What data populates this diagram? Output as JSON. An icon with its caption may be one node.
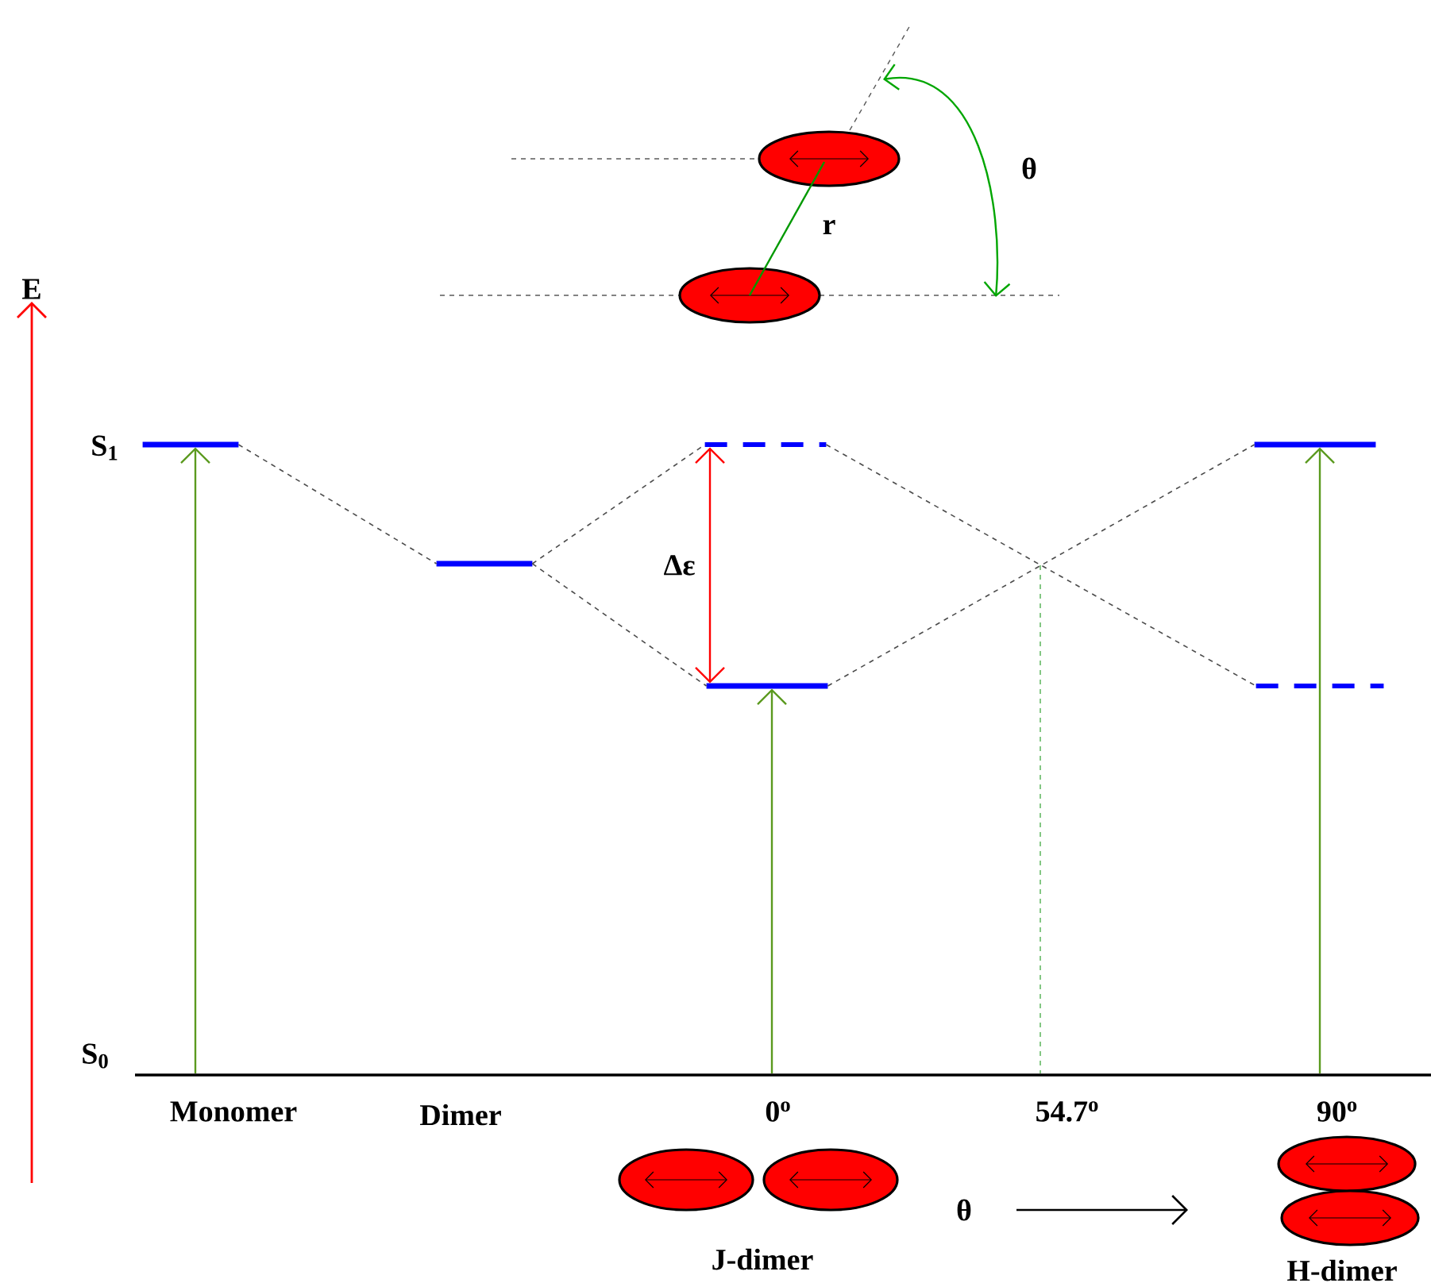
{
  "diagram": {
    "nodes": [
      {
        "text": [],
        "shape": "bar"
      },
      {
        "text": [],
        "shape": "bar"
      },
      {
        "text": [],
        "shape": "bar"
      },
      {
        "text": [],
        "shape": "bar"
      },
      {
        "text": [],
        "shape": "bar"
      },
      {
        "text": [],
        "shape": "bar"
      }
    ],
    "edges": [
      {
        "from": 0,
        "to": 1,
        "arrow": "none",
        "style": "dashed"
      },
      {
        "from": 1,
        "to": 2,
        "arrow": "none",
        "style": "dashed"
      },
      {
        "from": 1,
        "to": 3,
        "arrow": "none",
        "style": "dashed"
      },
      {
        "from": 2,
        "to": 5,
        "arrow": "none",
        "style": "dashed"
      },
      {
        "from": 3,
        "to": 4,
        "arrow": "none",
        "style": "dashed"
      },
      {
        "from": 2,
        "to": 3,
        "arrow": "both",
        "label": "Δε",
        "color": "#ff0000"
      },
      {
        "from": null,
        "to": 0,
        "arrow": "to",
        "color": "#5b9a1f"
      },
      {
        "from": null,
        "to": 3,
        "arrow": "to",
        "color": "#5b9a1f"
      },
      {
        "from": null,
        "to": 4,
        "arrow": "to",
        "color": "#5b9a1f"
      }
    ],
    "labels": [
      "θ",
      "r",
      "E",
      "S$_{1}$",
      "S$_{0}$",
      "Monomer",
      "Dimer",
      "0$^{o}$",
      "54.7$^{o}$",
      "90$^{o}$",
      "J-dimer",
      "θ",
      "H-dimer"
    ]
  }
}
